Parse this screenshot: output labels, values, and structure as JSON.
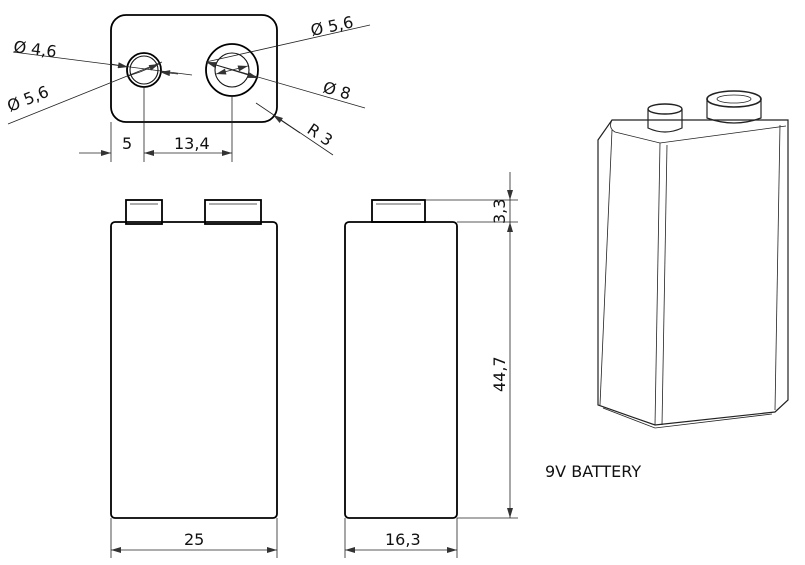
{
  "title": "9V BATTERY",
  "top_view": {
    "dim_terminal_small_inner": "Ø 4,6",
    "dim_terminal_small_outer": "Ø 5,6",
    "dim_terminal_large_inner": "Ø 5,6",
    "dim_terminal_large_outer": "Ø 8",
    "dim_corner_radius": "R 3",
    "dim_edge_to_terminal": "5",
    "dim_terminal_spacing": "13,4"
  },
  "front_view": {
    "dim_width": "25"
  },
  "side_view": {
    "dim_depth": "16,3",
    "dim_terminal_height": "3,3",
    "dim_body_height": "44,7"
  }
}
